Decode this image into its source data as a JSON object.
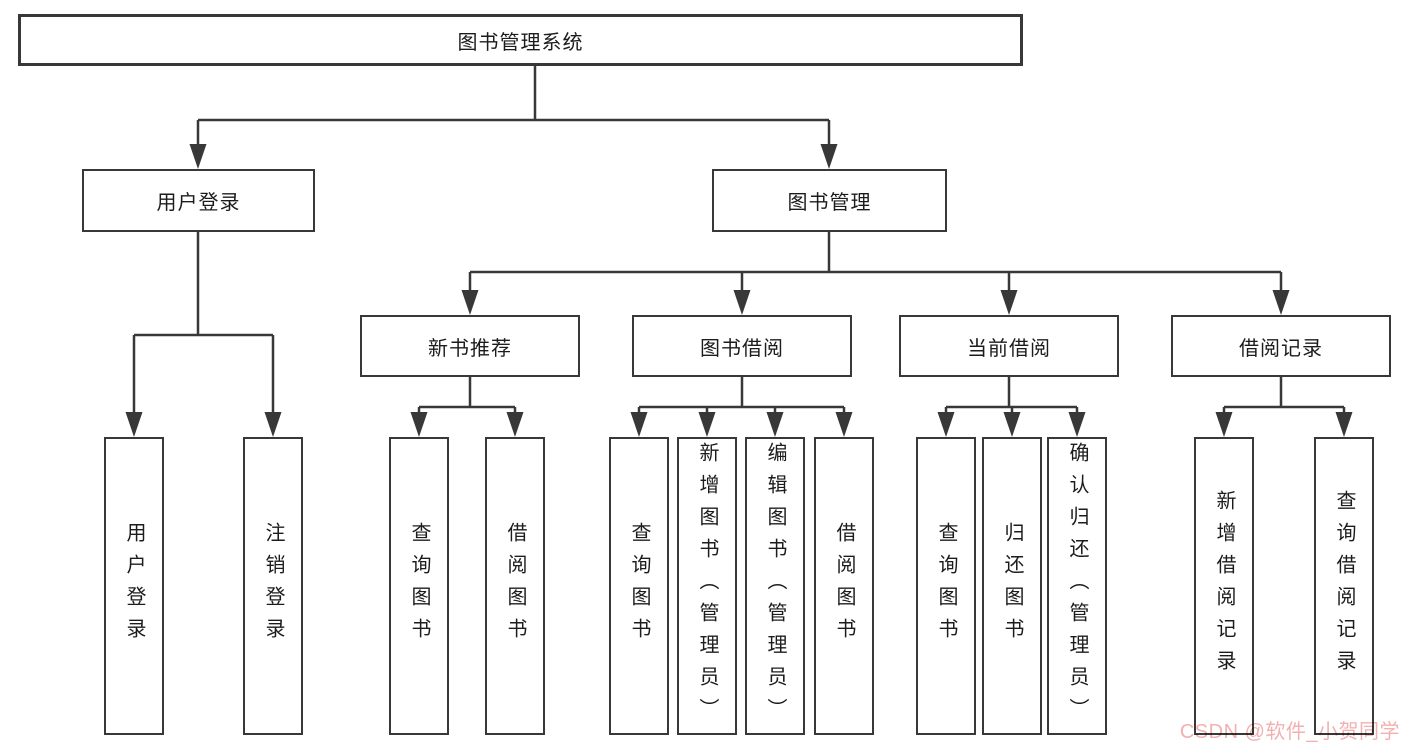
{
  "diagram": {
    "root": {
      "label": "图书管理系统"
    },
    "level2": [
      {
        "label": "用户登录",
        "children": [
          {
            "label": "用户登录"
          },
          {
            "label": "注销登录"
          }
        ]
      },
      {
        "label": "图书管理",
        "children": [
          {
            "label": "新书推荐",
            "children": [
              {
                "label": "查询图书"
              },
              {
                "label": "借阅图书"
              }
            ]
          },
          {
            "label": "图书借阅",
            "children": [
              {
                "label": "查询图书"
              },
              {
                "label": "新增图书（管理员）"
              },
              {
                "label": "编辑图书（管理员）"
              },
              {
                "label": "借阅图书"
              }
            ]
          },
          {
            "label": "当前借阅",
            "children": [
              {
                "label": "查询图书"
              },
              {
                "label": "归还图书"
              },
              {
                "label": "确认归还（管理员）"
              }
            ]
          },
          {
            "label": "借阅记录",
            "children": [
              {
                "label": "新增借阅记录"
              },
              {
                "label": "查询借阅记录"
              }
            ]
          }
        ]
      }
    ]
  },
  "watermark": {
    "text": "CSDN @软件_小贺同学",
    "color": "#f2b0b0"
  },
  "colors": {
    "line": "#383838",
    "box_border": "#383838",
    "text": "#1c1c1c",
    "background": "#ffffff"
  }
}
